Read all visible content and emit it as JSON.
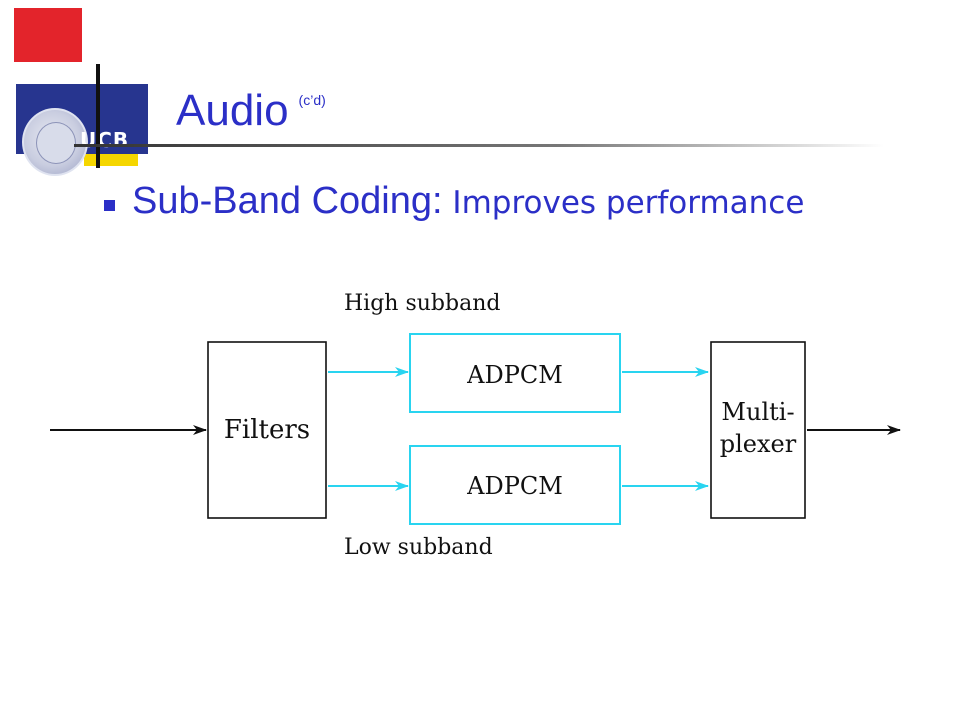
{
  "logo": {
    "text": "UCB"
  },
  "title": {
    "main": "Audio",
    "suffix": "(c’d)"
  },
  "bullet": {
    "lead": "Sub-Band Coding:",
    "rest": "Improves performance"
  },
  "diagram": {
    "high_label": "High subband",
    "low_label": "Low subband",
    "filters": "Filters",
    "adpcm_top": "ADPCM",
    "adpcm_bottom": "ADPCM",
    "mux_line1": "Multi-",
    "mux_line2": "plexer",
    "colors": {
      "cyan": "#29d4f0",
      "black": "#111111"
    }
  }
}
